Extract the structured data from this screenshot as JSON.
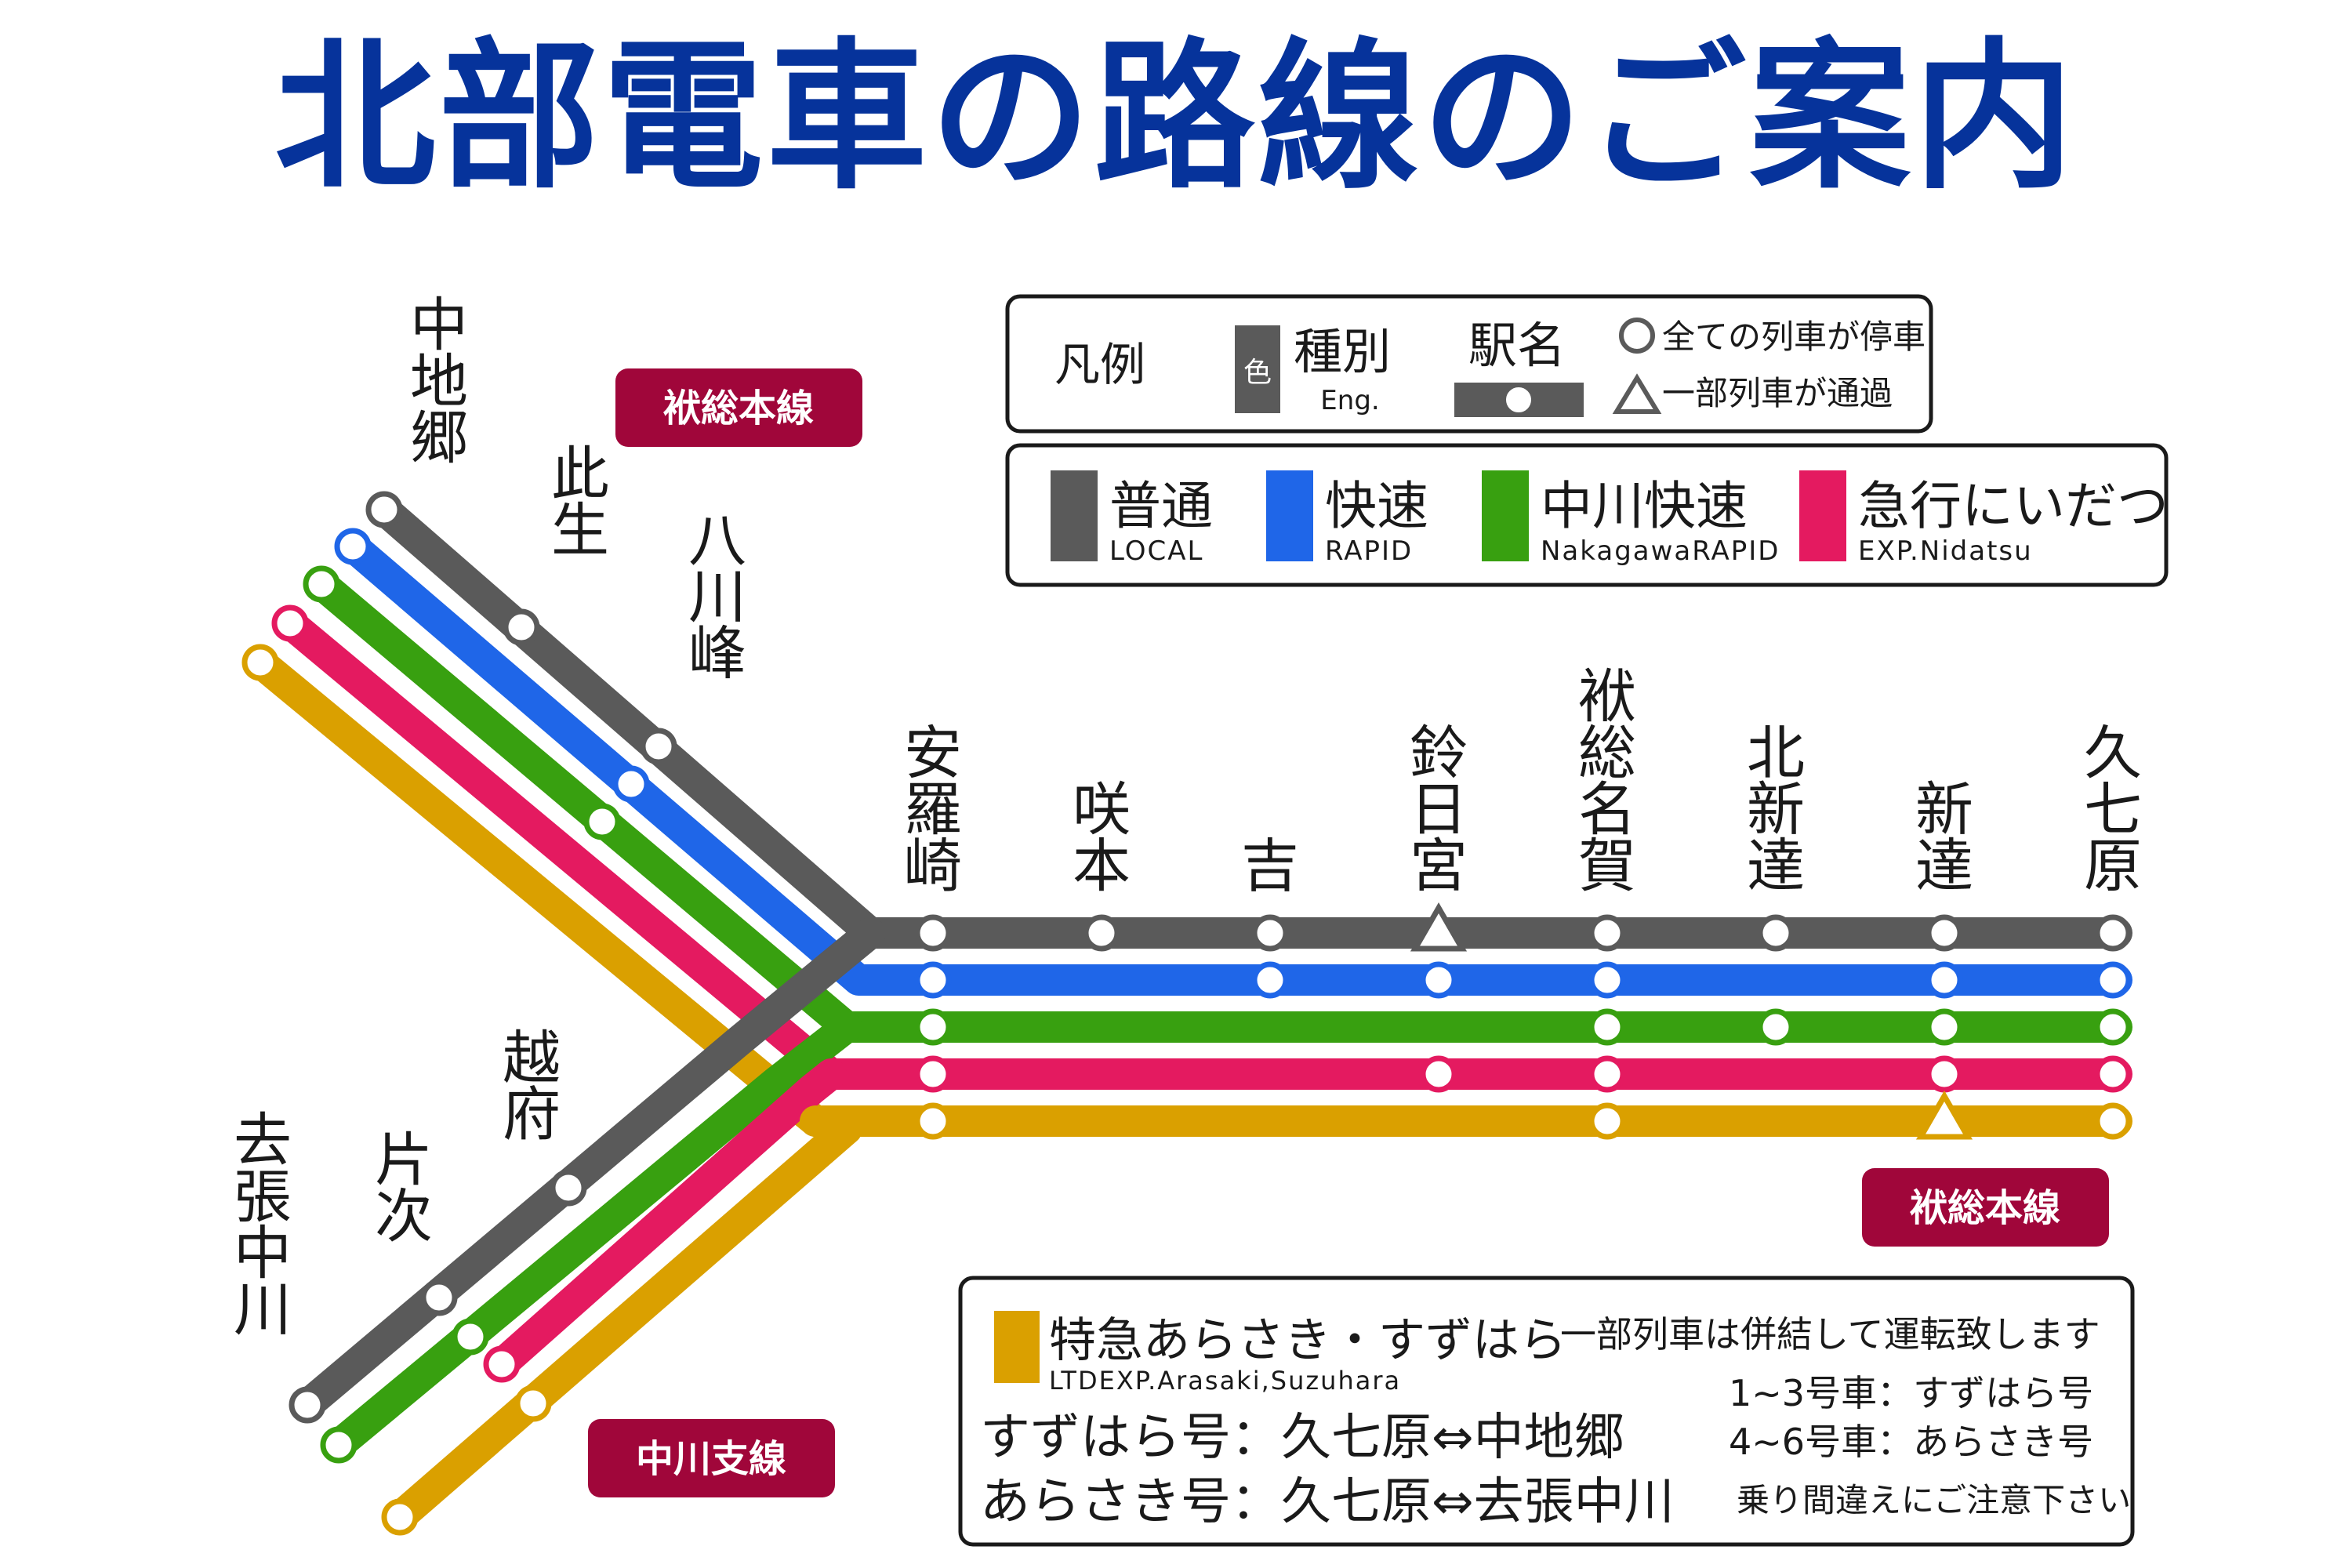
{
  "title": "北部電車の路線のご案内",
  "line_badges": {
    "main_line_top": "袱総本線",
    "main_line_right": "袱総本線",
    "branch_line": "中川支線"
  },
  "legend": {
    "caption": "凡例",
    "color_symbol": "色",
    "type_jp": "種別",
    "type_en": "Eng.",
    "station_name": "駅名",
    "all_stop": "全ての列車が停車",
    "some_pass": "一部列車が通過"
  },
  "train_types": [
    {
      "jp": "普通",
      "en": "LOCAL",
      "color": "#5a5a5a"
    },
    {
      "jp": "快速",
      "en": "RAPID",
      "color": "#1f66e8"
    },
    {
      "jp": "中川快速",
      "en": "NakagawaRAPID",
      "color": "#38a010"
    },
    {
      "jp": "急行にいだつ",
      "en": "EXP.Nidatsu",
      "color": "#e41a60"
    }
  ],
  "ltd_express": {
    "jp": "特急あらさき・すずはら",
    "en": "LTDEXP.Arasaki,Suzuhara",
    "color": "#daa000",
    "coupling_note": "一部列車は併結して運転致します",
    "suzuhara_route": "すずはら号：久七原⇔中地郷",
    "arasaki_route": "あらさき号：久七原⇔去張中川",
    "cars_1_3": "1~3号車：すずはら号",
    "cars_4_6": "4~6号車：あらさき号",
    "caution": "乗り間違えにご注意下さい"
  },
  "stations": {
    "main": [
      "安羅崎",
      "咲本",
      "吉",
      "鈴日宮",
      "袱総名賀",
      "北新達",
      "新達",
      "久七原"
    ],
    "upper_branch": [
      "中地郷",
      "此生",
      "八川峰"
    ],
    "lower_branch": [
      "去張中川",
      "片次",
      "越府"
    ]
  },
  "colors": {
    "title": "#06339b",
    "badge": "#a0063a",
    "local": "#5a5a5a",
    "rapid": "#1f66e8",
    "nakagawa_rapid": "#38a010",
    "express": "#e41a60",
    "ltd_express": "#daa000"
  }
}
